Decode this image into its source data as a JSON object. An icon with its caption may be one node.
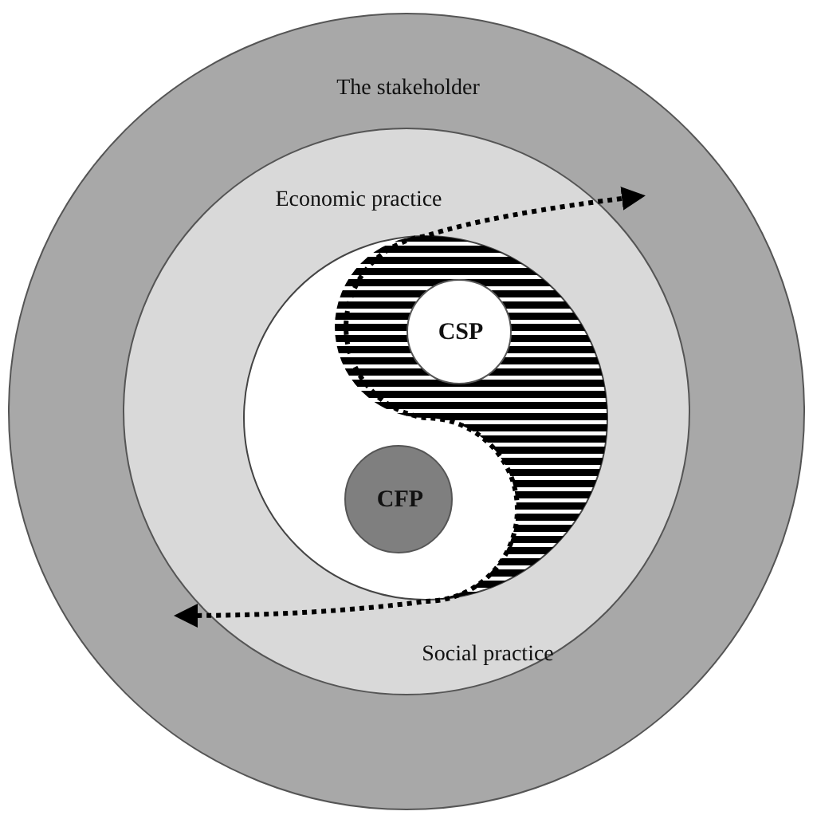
{
  "diagram": {
    "nodes": [
      {
        "text": [
          "The stakeholder"
        ]
      },
      {
        "text": [
          "Economic practice",
          "Social practice"
        ],
        "in": 0
      },
      {
        "text": [],
        "shape": "circle",
        "in": 1
      },
      {
        "text": [
          "CSP"
        ],
        "in": 2
      },
      {
        "text": [
          "CFP"
        ],
        "in": 2
      }
    ]
  }
}
